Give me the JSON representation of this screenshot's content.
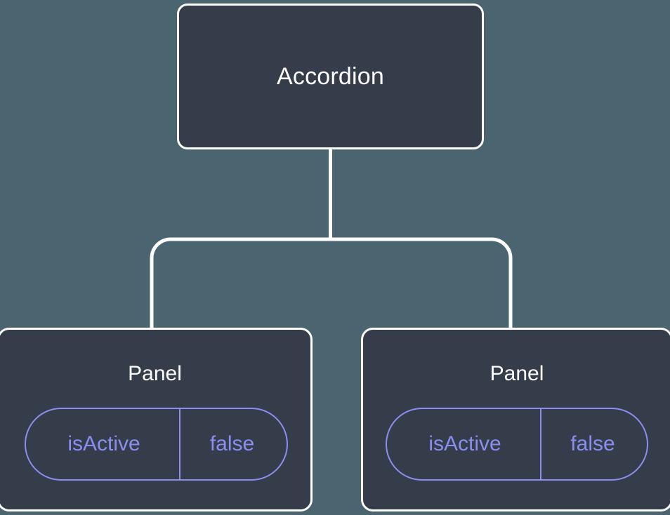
{
  "canvas": {
    "background_color": "#4b6570",
    "node_fill_color": "#353c4a",
    "node_border_color": "#ffffff",
    "connector_color": "#ffffff",
    "badge_color": "#8b8ef0",
    "title_color": "#ffffff"
  },
  "tree": {
    "root": {
      "label": "Accordion"
    },
    "children": [
      {
        "label": "Panel",
        "state": {
          "key": "isActive",
          "value": "false"
        }
      },
      {
        "label": "Panel",
        "state": {
          "key": "isActive",
          "value": "false"
        }
      }
    ]
  }
}
